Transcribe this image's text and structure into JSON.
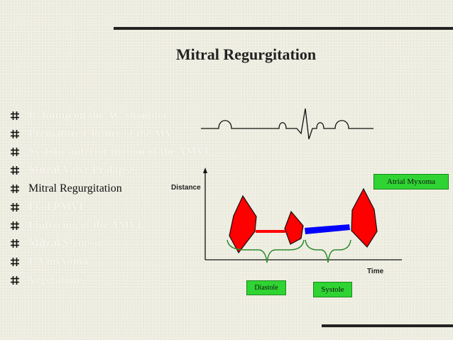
{
  "title": "Mitral Regurgitation",
  "bullets": [
    {
      "label": "B- bump on the AC shoulder",
      "active": false
    },
    {
      "label": "Premature Closure of the MV",
      "active": false
    },
    {
      "label": "Systolic anterior motion of the AMVL",
      "active": false
    },
    {
      "label": "Mitral Valve Prolapse",
      "active": false
    },
    {
      "label": "Mitral Regurgitation",
      "active": true
    },
    {
      "label": "Flail PMVL",
      "active": false
    },
    {
      "label": "Fluttering of the AMVL",
      "active": false
    },
    {
      "label": "Mitral Stenosis",
      "active": false
    },
    {
      "label": "LA myxoma",
      "active": false
    },
    {
      "label": "Vegetations",
      "active": false
    }
  ],
  "diagram": {
    "y_axis_label": "Distance",
    "x_axis_label": "Time",
    "tags": {
      "atrial_myxoma": "Atrial Myxoma",
      "diastole": "Diastole",
      "systole": "Systole"
    }
  },
  "colors": {
    "background": "#efeee2",
    "valve_fill": "#ff0000",
    "closure_line": "#0000ff",
    "tag_fill": "#2fd433",
    "brace": "#2e8b2e"
  }
}
